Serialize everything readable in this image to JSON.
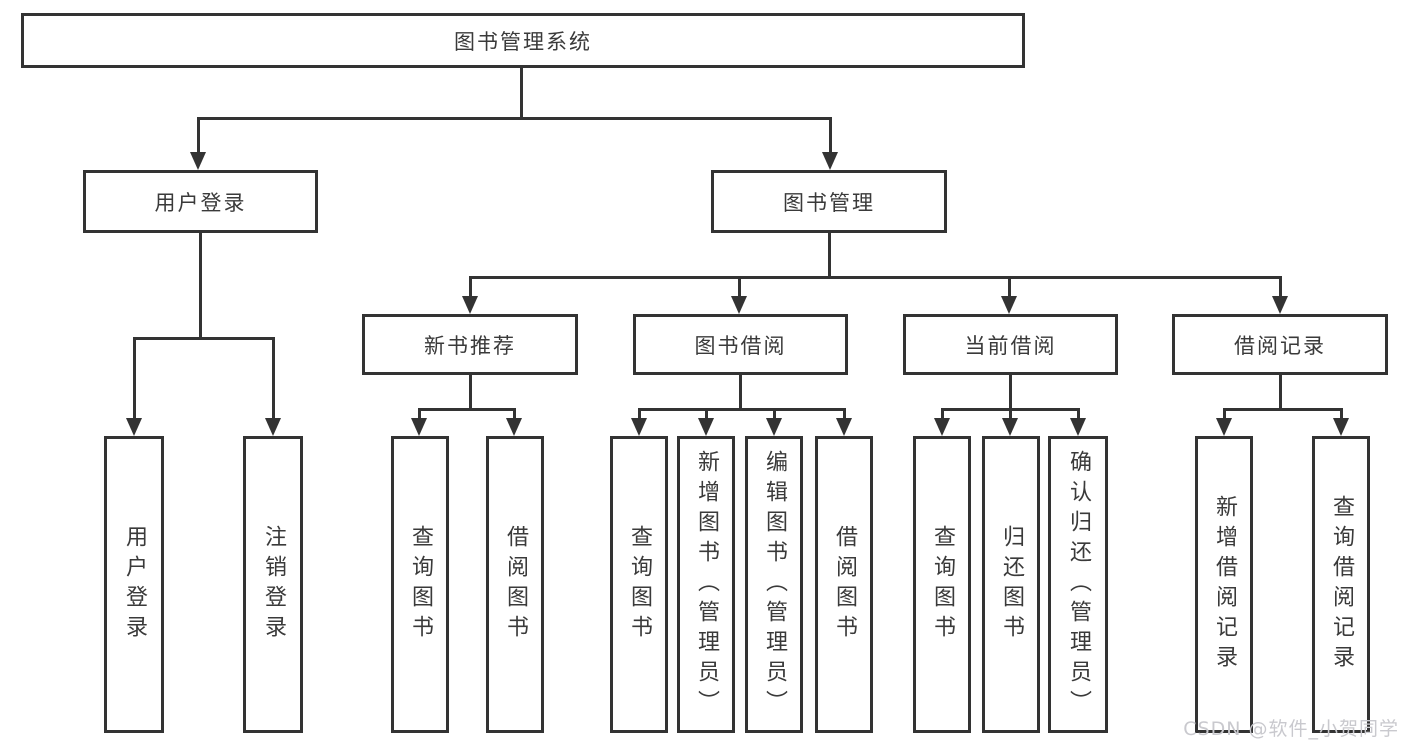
{
  "diagram_type": "hierarchy-functional-structure",
  "colors": {
    "line": "#333333",
    "box_border": "#333333",
    "text": "#3a3a3a",
    "background": "#ffffff",
    "watermark": "#c9c9ce"
  },
  "tree": {
    "label": "图书管理系统",
    "children": [
      {
        "label": "用户登录",
        "children": [
          {
            "label": "用户登录"
          },
          {
            "label": "注销登录"
          }
        ]
      },
      {
        "label": "图书管理",
        "children": [
          {
            "label": "新书推荐",
            "children": [
              {
                "label": "查询图书"
              },
              {
                "label": "借阅图书"
              }
            ]
          },
          {
            "label": "图书借阅",
            "children": [
              {
                "label": "查询图书"
              },
              {
                "label": "新增图书（管理员）"
              },
              {
                "label": "编辑图书（管理员）"
              },
              {
                "label": "借阅图书"
              }
            ]
          },
          {
            "label": "当前借阅",
            "children": [
              {
                "label": "查询图书"
              },
              {
                "label": "归还图书"
              },
              {
                "label": "确认归还（管理员）"
              }
            ]
          },
          {
            "label": "借阅记录",
            "children": [
              {
                "label": "新增借阅记录"
              },
              {
                "label": "查询借阅记录"
              }
            ]
          }
        ]
      }
    ]
  },
  "watermark": {
    "text": "CSDN @软件_小贺同学"
  }
}
